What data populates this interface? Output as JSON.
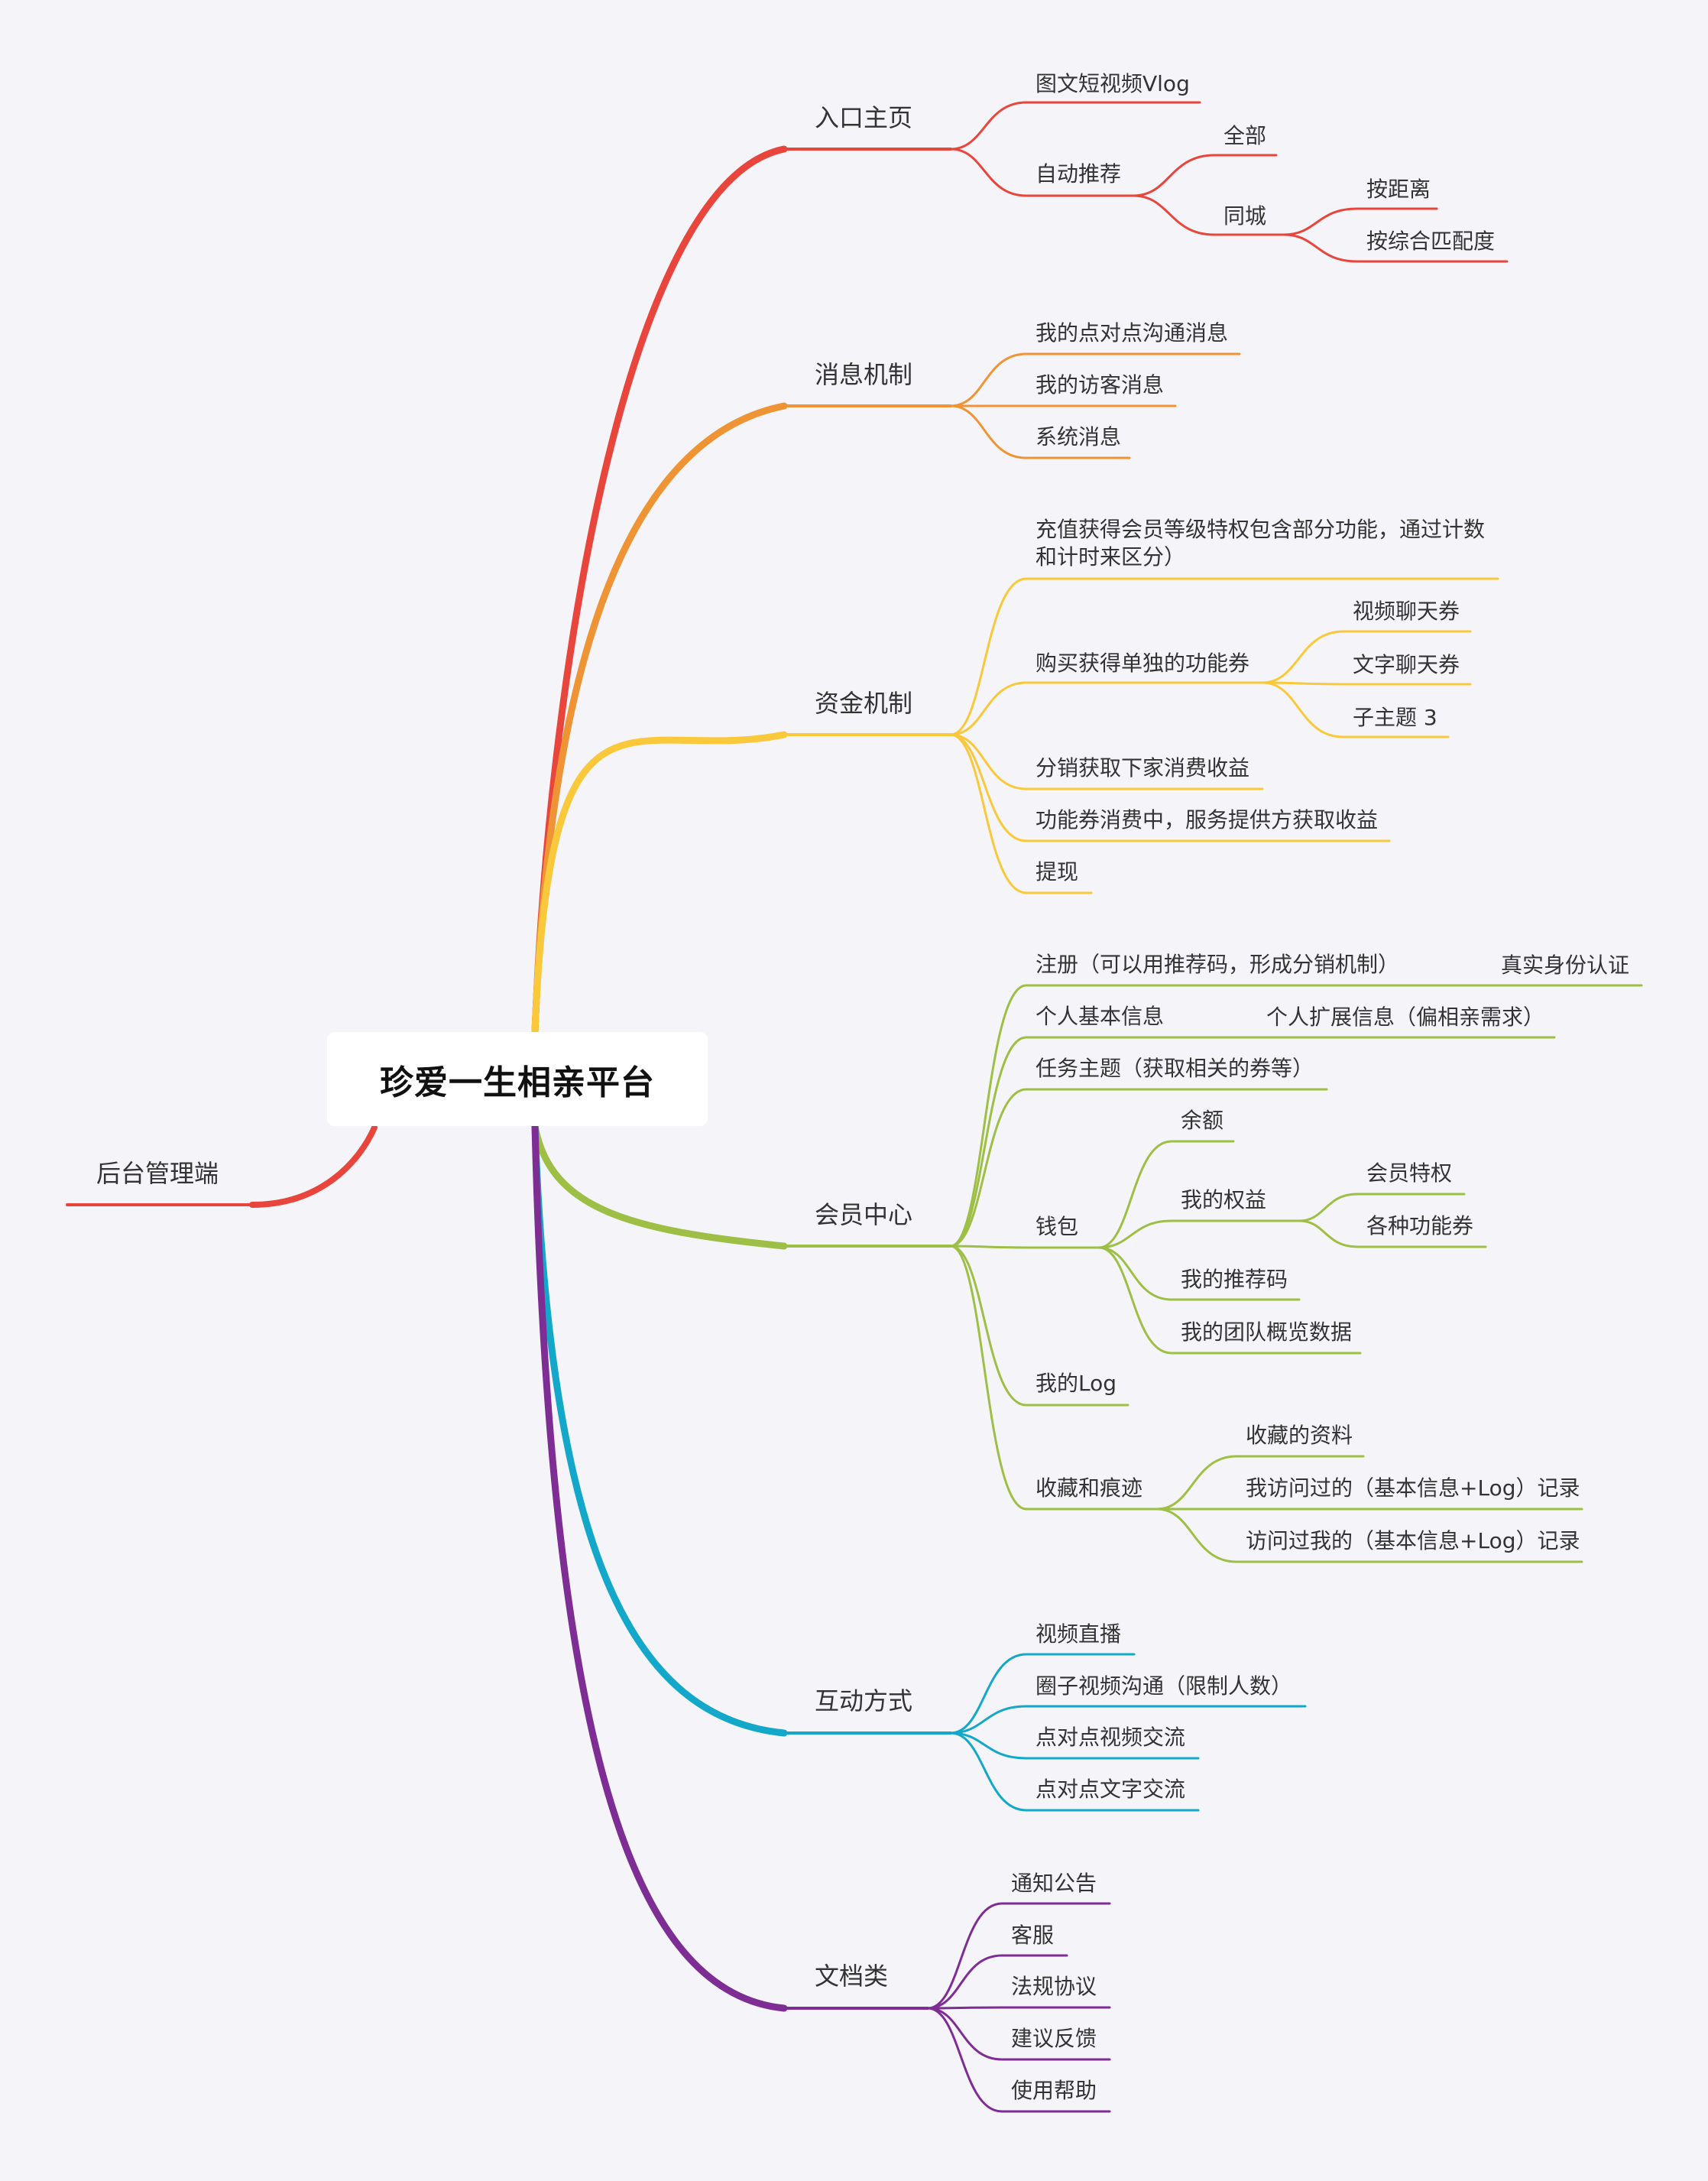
{
  "root": {
    "title": "珍爱一生相亲平台"
  },
  "colors": {
    "red": "#e8453c",
    "orange": "#ef9435",
    "yellow": "#f9c83b",
    "green": "#9dbf45",
    "cyan": "#13a8c9",
    "purple": "#7e2d94"
  },
  "nodes": {
    "backend": "后台管理端",
    "entry": "入口主页",
    "entry_vlog": "图文短视频Vlog",
    "entry_recommend": "自动推荐",
    "recommend_all": "全部",
    "recommend_city": "同城",
    "city_distance": "按距离",
    "city_match": "按综合匹配度",
    "message": "消息机制",
    "msg_p2p": "我的点对点沟通消息",
    "msg_visitor": "我的访客消息",
    "msg_system": "系统消息",
    "fund": "资金机制",
    "fund_recharge": "充值获得会员等级特权包含部分功能，通过计数和计时来区分）",
    "fund_coupon": "购买获得单独的功能券",
    "coupon_video": "视频聊天券",
    "coupon_text": "文字聊天券",
    "coupon_sub3": "子主题 3",
    "fund_distribution": "分销获取下家消费收益",
    "fund_provider": "功能券消费中，服务提供方获取收益",
    "fund_withdraw": "提现",
    "member": "会员中心",
    "member_register": "注册（可以用推荐码，形成分销机制）",
    "member_realname": "真实身份认证",
    "member_basic": "个人基本信息",
    "member_extended": "个人扩展信息（偏相亲需求）",
    "member_task": "任务主题（获取相关的券等）",
    "member_wallet": "钱包",
    "wallet_balance": "余额",
    "wallet_rights": "我的权益",
    "rights_vip": "会员特权",
    "rights_coupons": "各种功能券",
    "wallet_refcode": "我的推荐码",
    "wallet_team": "我的团队概览数据",
    "member_log": "我的Log",
    "member_fav": "收藏和痕迹",
    "fav_profiles": "收藏的资料",
    "fav_visited": "我访问过的（基本信息+Log）记录",
    "fav_visitors": "访问过我的（基本信息+Log）记录",
    "interact": "互动方式",
    "interact_live": "视频直播",
    "interact_circle": "圈子视频沟通（限制人数）",
    "interact_p2pvideo": "点对点视频交流",
    "interact_p2ptext": "点对点文字交流",
    "docs": "文档类",
    "docs_notice": "通知公告",
    "docs_service": "客服",
    "docs_legal": "法规协议",
    "docs_feedback": "建议反馈",
    "docs_help": "使用帮助"
  }
}
